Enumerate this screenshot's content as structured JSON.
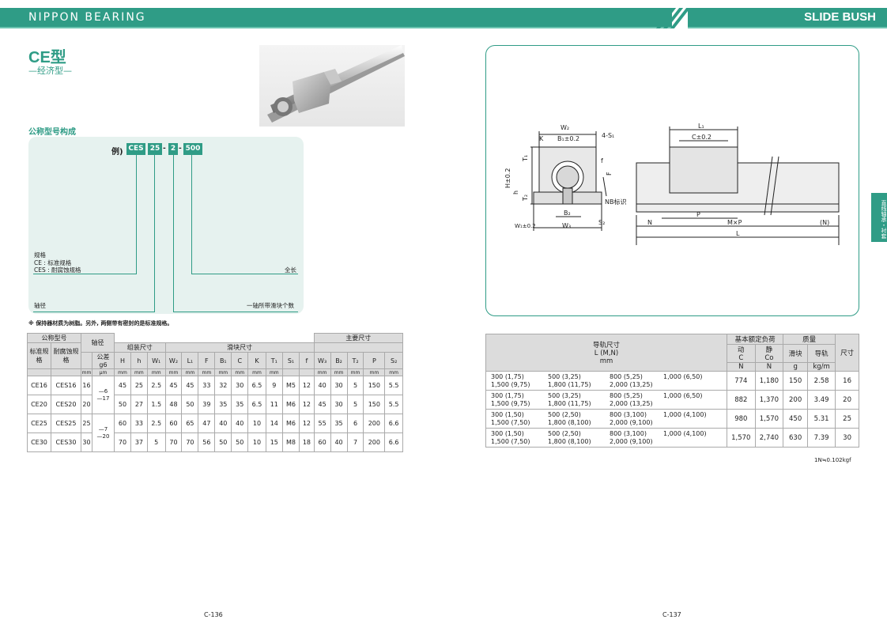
{
  "header": {
    "brand": "NIPPON BEARING",
    "title": "SLIDE BUSH"
  },
  "left_page": {
    "title": "CE型",
    "subtitle": "—经济型—",
    "config_label": "公称型号构成",
    "example": {
      "prefix": "例)",
      "parts": [
        "CES",
        "25",
        "-",
        "2",
        "-",
        "500"
      ]
    },
    "labels": {
      "spec": "规格",
      "ce": "CE : 标准规格",
      "ces": "CES : 耐腐蚀规格",
      "full_length": "全长",
      "shaft": "轴径",
      "blocks": "一轴所带滑块个数"
    },
    "note": "※ 保持器材质为树脂。另外, 两侧带有密封的是标准规格。",
    "table": {
      "h_model": "公称型号",
      "h_std": "标准规格",
      "h_ces": "耐腐蚀规格",
      "h_shaft": "轴径",
      "h_tol": "公差",
      "h_g6": "g6",
      "h_assembly": "组装尺寸",
      "h_block": "滑块尺寸",
      "h_main": "主要尺寸",
      "cols": [
        "H",
        "h",
        "W₁",
        "W₂",
        "L₁",
        "F",
        "B₁",
        "C",
        "K",
        "T₁",
        "S₁",
        "f",
        "W₃",
        "B₂",
        "T₂",
        "P",
        "S₂"
      ],
      "unit_mm": "mm",
      "unit_um": "μm",
      "rows": [
        {
          "std": "CE16",
          "ces": "CES16",
          "d": "16",
          "vals": [
            "45",
            "25",
            "2.5",
            "45",
            "45",
            "33",
            "32",
            "30",
            "6.5",
            "9",
            "M5",
            "12",
            "40",
            "30",
            "5",
            "150",
            "5.5"
          ]
        },
        {
          "std": "CE20",
          "ces": "CES20",
          "d": "20",
          "vals": [
            "50",
            "27",
            "1.5",
            "48",
            "50",
            "39",
            "35",
            "35",
            "6.5",
            "11",
            "M6",
            "12",
            "45",
            "30",
            "5",
            "150",
            "5.5"
          ]
        },
        {
          "std": "CE25",
          "ces": "CES25",
          "d": "25",
          "vals": [
            "60",
            "33",
            "2.5",
            "60",
            "65",
            "47",
            "40",
            "40",
            "10",
            "14",
            "M6",
            "12",
            "55",
            "35",
            "6",
            "200",
            "6.6"
          ]
        },
        {
          "std": "CE30",
          "ces": "CES30",
          "d": "30",
          "vals": [
            "70",
            "37",
            "5",
            "70",
            "70",
            "56",
            "50",
            "50",
            "10",
            "15",
            "M8",
            "18",
            "60",
            "40",
            "7",
            "200",
            "6.6"
          ]
        }
      ],
      "tol_a": [
        "—6",
        "—17"
      ],
      "tol_b": [
        "—7",
        "—20"
      ]
    },
    "page_number": "C-136"
  },
  "right_page": {
    "diagram_labels": {
      "w2": "W₂",
      "k": "K",
      "b1": "B₁±0.2",
      "s1": "4-S₁",
      "t1": "T₁",
      "f": "f",
      "h": "H±0.2",
      "hh": "h",
      "t2": "T₂",
      "bigf": "F",
      "nb": "NB标识",
      "b2": "B₂",
      "s2": "S₂",
      "w1": "W₁±0.2",
      "w3": "W₃",
      "l1": "L₁",
      "c": "C±0.2",
      "p": "P",
      "n": "N",
      "mxp": "M×P",
      "nn": "(N)",
      "l": "L"
    },
    "side_tab": "直线轴承・衬套",
    "table": {
      "h_rail": "导轨尺寸",
      "h_rail_sub": "L (M,N)",
      "h_mm": "mm",
      "h_load": "基本额定负荷",
      "h_dyn": "动",
      "h_c": "C",
      "h_static": "静",
      "h_co": "Co",
      "h_n": "N",
      "h_mass": "质量",
      "h_block": "滑块",
      "h_g": "g",
      "h_rail2": "导轨",
      "h_kgm": "kg/m",
      "h_size": "尺寸",
      "rows": [
        {
          "rail": [
            "300 (1,75)",
            "500 (3,25)",
            "800 (5,25)",
            "1,000 (6,50)",
            "1,500 (9,75)",
            "1,800 (11,75)",
            "2,000 (13,25)",
            ""
          ],
          "c": "774",
          "co": "1,180",
          "block": "150",
          "kgm": "2.58",
          "size": "16"
        },
        {
          "rail": [
            "300 (1,75)",
            "500 (3,25)",
            "800 (5,25)",
            "1,000 (6,50)",
            "1,500 (9,75)",
            "1,800 (11,75)",
            "2,000 (13,25)",
            ""
          ],
          "c": "882",
          "co": "1,370",
          "block": "200",
          "kgm": "3.49",
          "size": "20"
        },
        {
          "rail": [
            "300 (1,50)",
            "500 (2,50)",
            "800 (3,100)",
            "1,000 (4,100)",
            "1,500 (7,50)",
            "1,800 (8,100)",
            "2,000 (9,100)",
            ""
          ],
          "c": "980",
          "co": "1,570",
          "block": "450",
          "kgm": "5.31",
          "size": "25"
        },
        {
          "rail": [
            "300 (1,50)",
            "500 (2,50)",
            "800 (3,100)",
            "1,000 (4,100)",
            "1,500 (7,50)",
            "1,800 (8,100)",
            "2,000 (9,100)",
            ""
          ],
          "c": "1,570",
          "co": "2,740",
          "block": "630",
          "kgm": "7.39",
          "size": "30"
        }
      ],
      "footnote": "1N≒0.102kgf"
    },
    "page_number": "C-137"
  },
  "colors": {
    "brand": "#2f9c86",
    "panel": "#e6f2ef"
  }
}
